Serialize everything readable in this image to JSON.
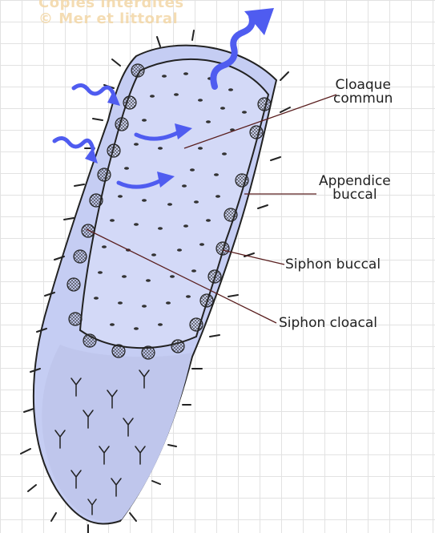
{
  "watermark": {
    "line1": "Copies interdites",
    "line2": "© Mer et littoral"
  },
  "labels": {
    "cloaque_line1": "Cloaque",
    "cloaque_line2": "commun",
    "appendice_line1": "Appendice",
    "appendice_line2": "buccal",
    "siphon_buccal": "Siphon buccal",
    "siphon_cloacal": "Siphon cloacal"
  },
  "colors": {
    "body_fill": "#c5cdf3",
    "inner_fill": "#d3d9f7",
    "outline": "#222222",
    "arrow_blue": "#4f5cf0",
    "leader_line": "#5a1f1f"
  }
}
